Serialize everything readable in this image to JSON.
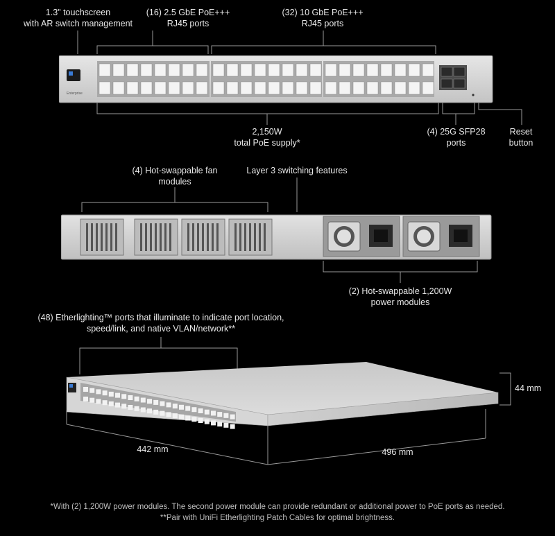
{
  "front_panel": {
    "touchscreen": [
      "1.3\" touchscreen",
      "with AR switch management"
    ],
    "ports_2_5g": [
      "(16) 2.5 GbE PoE+++",
      "RJ45 ports"
    ],
    "ports_10g": [
      "(32) 10 GbE PoE+++",
      "RJ45 ports"
    ],
    "poe_supply": [
      "2,150W",
      "total PoE supply*"
    ],
    "sfp28": [
      "(4) 25G SFP28",
      "ports"
    ],
    "reset": [
      "Reset",
      "button"
    ],
    "brand_mark": "Enterprise"
  },
  "rear_panel": {
    "fans": [
      "(4) Hot-swappable fan",
      "modules"
    ],
    "layer3": "Layer 3 switching features",
    "power_modules": [
      "(2) Hot-swappable 1,200W",
      "power modules"
    ]
  },
  "iso_view": {
    "etherlighting": [
      "(48) Etherlighting™ ports that illuminate to indicate port location,",
      "speed/link, and native VLAN/network**"
    ],
    "height": "44 mm",
    "width": "442 mm",
    "depth": "496 mm"
  },
  "footnotes": [
    "*With (2) 1,200W power modules. The second power module can provide redundant or additional power to PoE ports as needed.",
    "**Pair with UniFi Etherlighting Patch Cables for optimal brightness."
  ]
}
